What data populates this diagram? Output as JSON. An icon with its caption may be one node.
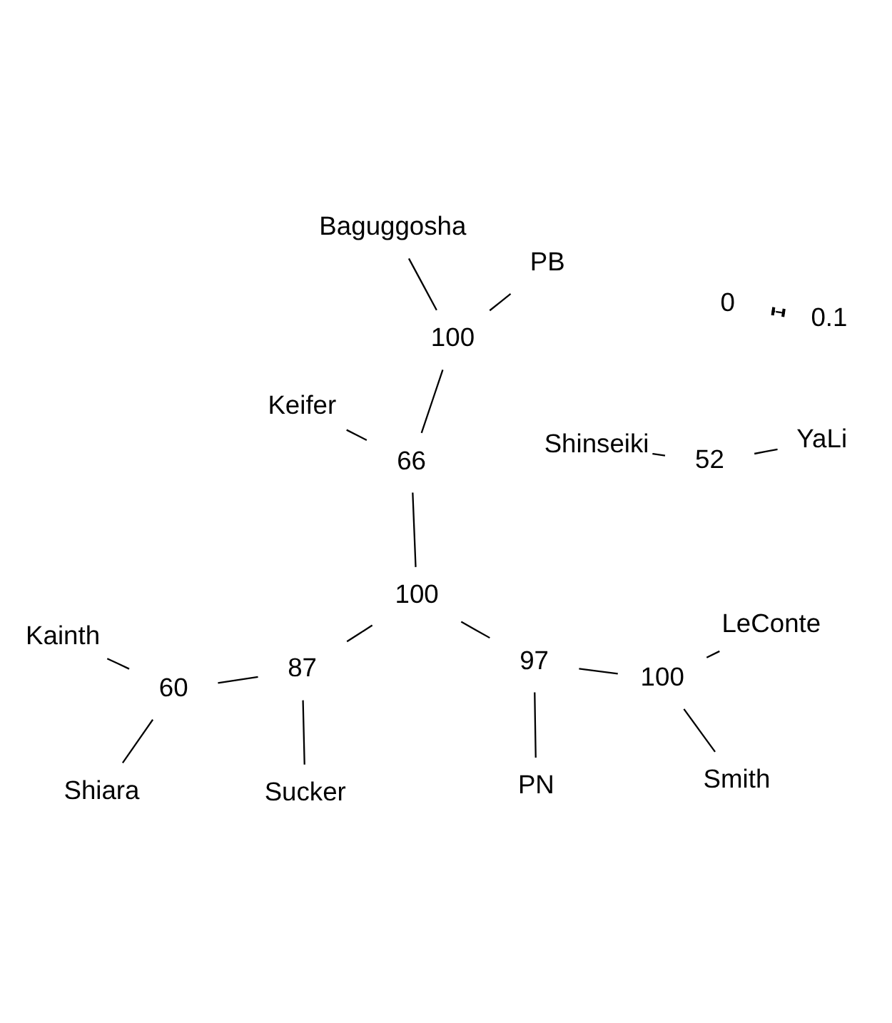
{
  "diagram": {
    "nodes": [
      {
        "text": [
          "Keifer"
        ]
      },
      {
        "text": [
          "Shinseiki"
        ]
      },
      {
        "text": [
          "PB"
        ]
      },
      {
        "text": [
          "Baguggosha"
        ]
      },
      {
        "text": [
          "YaLi"
        ]
      },
      {
        "text": [
          "100"
        ]
      },
      {
        "text": [
          "66"
        ]
      },
      {
        "text": [
          "52"
        ]
      },
      {
        "text": [
          "100"
        ]
      },
      {
        "text": [
          "97"
        ]
      },
      {
        "text": [
          "87"
        ]
      },
      {
        "text": [
          "60"
        ]
      },
      {
        "text": [
          "PN"
        ]
      },
      {
        "text": [
          "100"
        ]
      },
      {
        "text": [
          "Shiara"
        ]
      },
      {
        "text": [
          "Smith"
        ]
      },
      {
        "text": [
          "LeConte"
        ]
      },
      {
        "text": [
          "Kainth"
        ]
      },
      {
        "text": [
          "Sucker"
        ]
      }
    ],
    "edges": [
      {
        "from": 2,
        "to": 5,
        "arrow": "none"
      },
      {
        "from": 3,
        "to": 5,
        "arrow": "none"
      },
      {
        "from": 5,
        "to": 6,
        "arrow": "none"
      },
      {
        "from": 0,
        "to": 6,
        "arrow": "none"
      },
      {
        "from": 1,
        "to": 7,
        "arrow": "none"
      },
      {
        "from": 4,
        "to": 7,
        "arrow": "none"
      },
      {
        "from": 6,
        "to": 8,
        "arrow": "none"
      },
      {
        "from": 8,
        "to": 9,
        "arrow": "none"
      },
      {
        "from": 8,
        "to": 10,
        "arrow": "none"
      },
      {
        "from": 9,
        "to": 12,
        "arrow": "none"
      },
      {
        "from": 9,
        "to": 13,
        "arrow": "none"
      },
      {
        "from": 10,
        "to": 11,
        "arrow": "none"
      },
      {
        "from": 10,
        "to": 18,
        "arrow": "none"
      },
      {
        "from": 11,
        "to": 14,
        "arrow": "none"
      },
      {
        "from": 11,
        "to": 17,
        "arrow": "none"
      },
      {
        "from": 13,
        "to": 15,
        "arrow": "none"
      },
      {
        "from": 13,
        "to": 16,
        "arrow": "none"
      }
    ],
    "labels": [
      "0",
      "0.1"
    ]
  }
}
